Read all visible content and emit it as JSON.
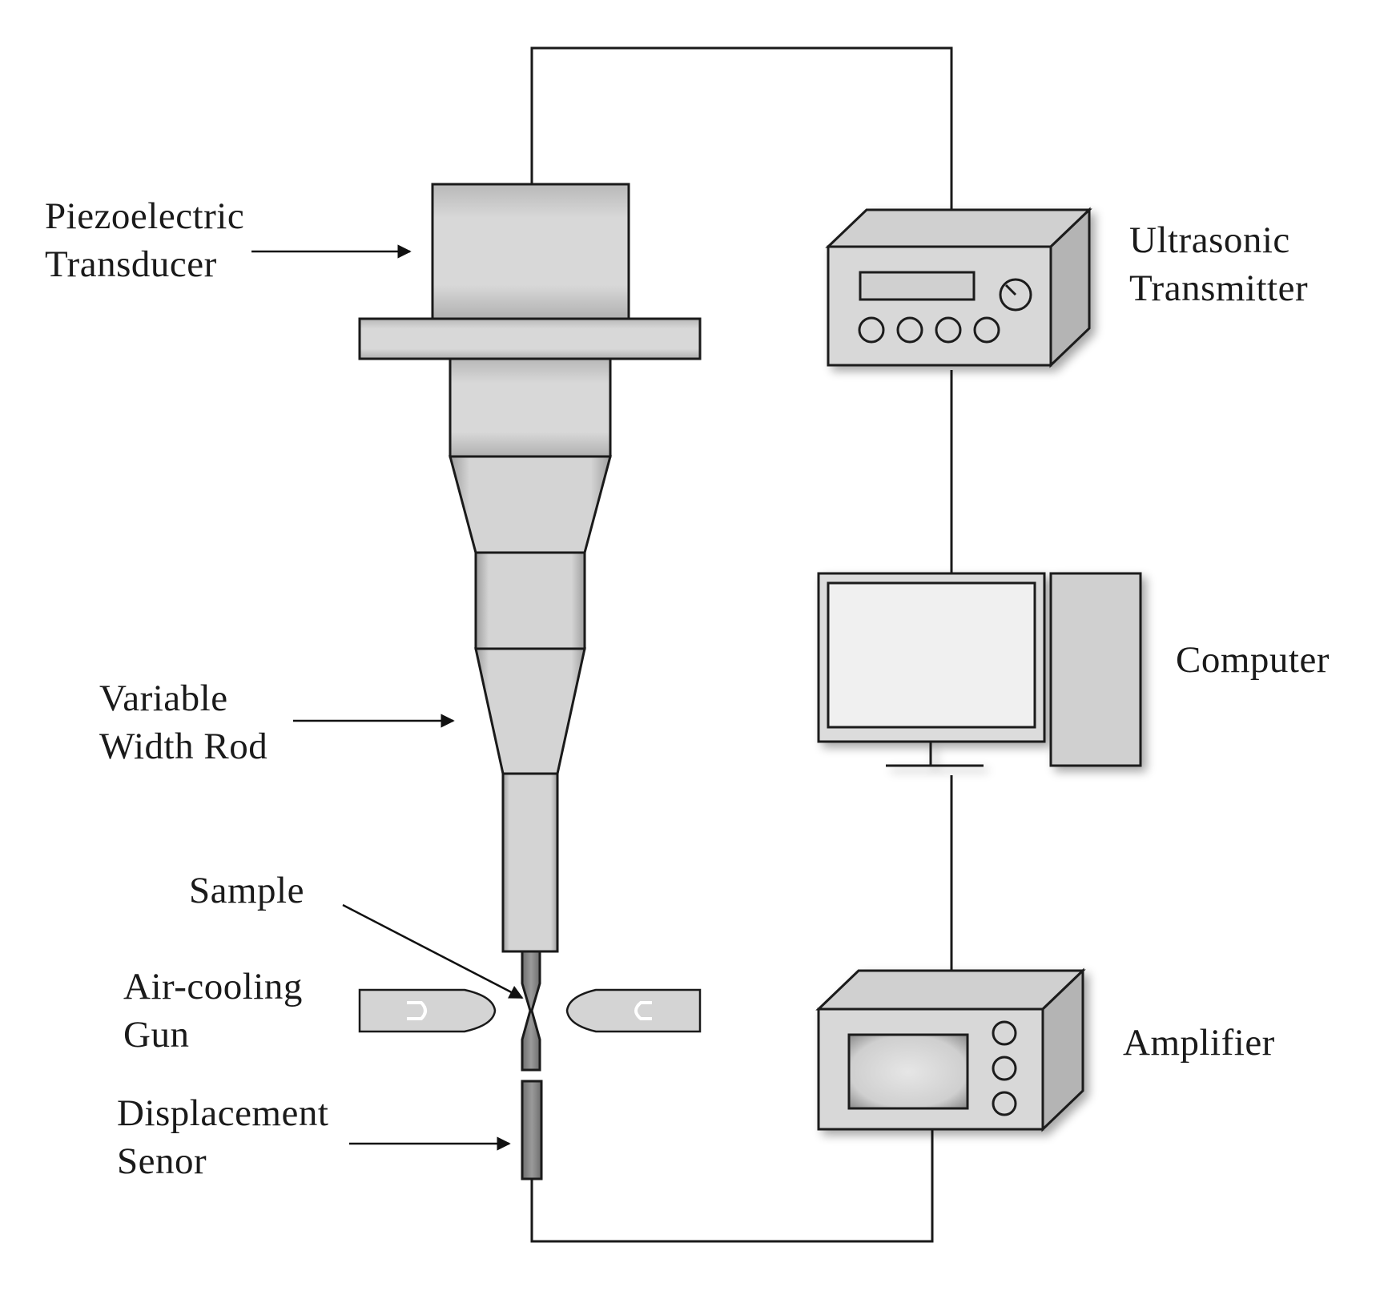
{
  "labels": {
    "piezo": [
      "Piezoelectric",
      "Transducer"
    ],
    "rod": [
      "Variable",
      "Width Rod"
    ],
    "sample": "Sample",
    "gun": [
      "Air-cooling",
      "Gun"
    ],
    "sensor": [
      "Displacement",
      "Senor"
    ],
    "transmitter": [
      "Ultrasonic",
      "Transmitter"
    ],
    "computer": "Computer",
    "amplifier": "Amplifier"
  }
}
